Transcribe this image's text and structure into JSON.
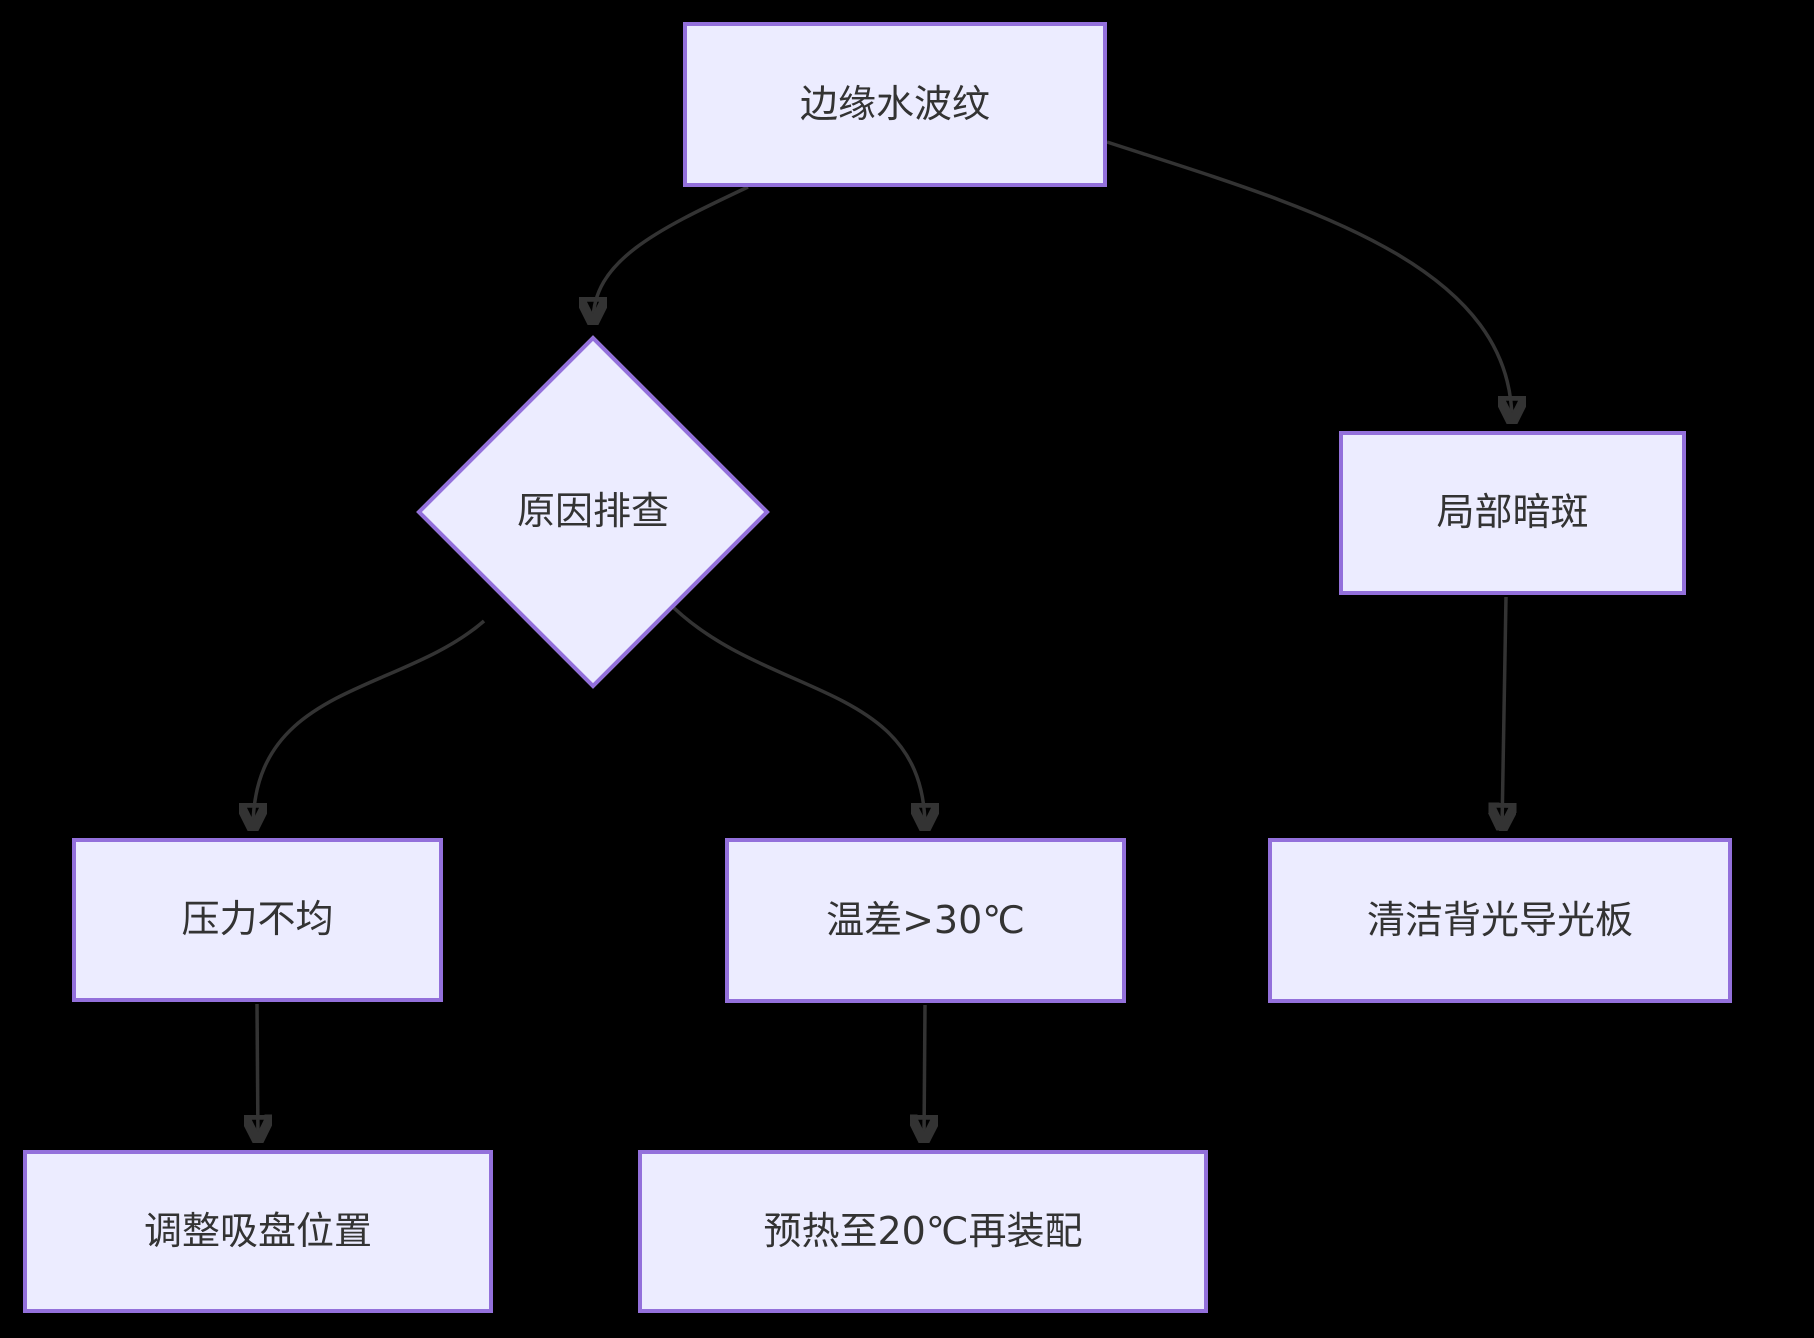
{
  "diagram": {
    "type": "flowchart",
    "direction": "top-down",
    "colors": {
      "background": "#000000",
      "node_fill": "#ECECFF",
      "node_border": "#9370DB",
      "node_text": "#333333",
      "edge": "#333333"
    },
    "nodes": [
      {
        "id": "root",
        "label": "边缘水波纹",
        "shape": "rectangle"
      },
      {
        "id": "decision",
        "label": "原因排查",
        "shape": "diamond"
      },
      {
        "id": "dark-spot",
        "label": "局部暗斑",
        "shape": "rectangle"
      },
      {
        "id": "pressure",
        "label": "压力不均",
        "shape": "rectangle"
      },
      {
        "id": "temp-diff",
        "label": "温差>30℃",
        "shape": "rectangle"
      },
      {
        "id": "clean-plate",
        "label": "清洁背光导光板",
        "shape": "rectangle"
      },
      {
        "id": "adjust-suction",
        "label": "调整吸盘位置",
        "shape": "rectangle"
      },
      {
        "id": "preheat",
        "label": "预热至20℃再装配",
        "shape": "rectangle"
      }
    ],
    "edges": [
      {
        "from": "边缘水波纹",
        "to": "原因排查"
      },
      {
        "from": "边缘水波纹",
        "to": "局部暗斑"
      },
      {
        "from": "原因排查",
        "to": "压力不均"
      },
      {
        "from": "原因排查",
        "to": "温差>30℃"
      },
      {
        "from": "压力不均",
        "to": "调整吸盘位置"
      },
      {
        "from": "温差>30℃",
        "to": "预热至20℃再装配"
      },
      {
        "from": "局部暗斑",
        "to": "清洁背光导光板"
      }
    ]
  }
}
